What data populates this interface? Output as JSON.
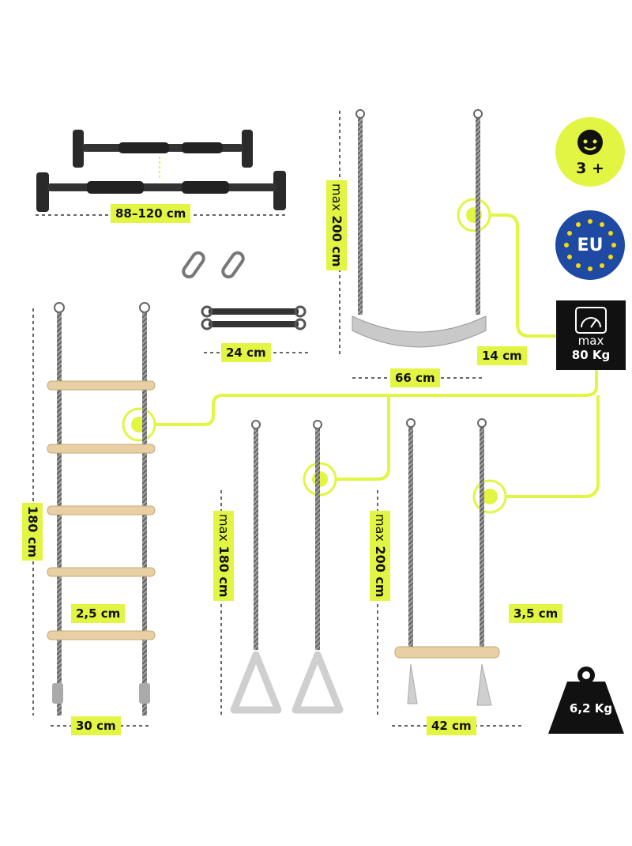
{
  "labels": {
    "bar_width": "88–120 cm",
    "strap_length": "24 cm",
    "swing_height_prefix": "max",
    "swing_height_value": "200 cm",
    "swing_seat_depth": "14 cm",
    "swing_width": "66 cm",
    "ladder_height": "180 cm",
    "rung_diameter": "2,5 cm",
    "ladder_width": "30 cm",
    "rings_height_prefix": "max",
    "rings_height_value": "180 cm",
    "trapeze_height_prefix": "max",
    "trapeze_height_value": "200 cm",
    "trapeze_bar_diameter": "3,5 cm",
    "trapeze_width": "42 cm"
  },
  "badges": {
    "age": "3 +",
    "eu": "EU",
    "max_load_prefix": "max",
    "max_load_value": "80 Kg",
    "set_weight": "6,2 Kg"
  },
  "icons": [
    "child-face-icon",
    "eu-flag-icon",
    "scale-gauge-icon",
    "weight-icon"
  ],
  "colors": {
    "accent": "#e2f542",
    "eu_blue": "#1f4aa3",
    "dark": "#111111",
    "wood": "#e9cfa4",
    "rope": "#8a8a8a"
  }
}
